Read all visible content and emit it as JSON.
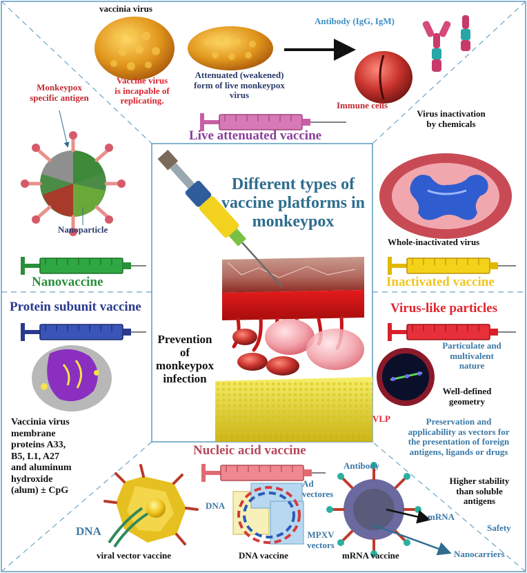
{
  "colors": {
    "frame": "#5a9ac0",
    "title_blue": "#2e6d8e",
    "red": "#e3232e",
    "dark_red": "#c2282f",
    "purple": "#8a3f9b",
    "green": "#2a8f3a",
    "yellow": "#f0c51d",
    "navy": "#2a3a8c",
    "rose": "#b5485a",
    "label_blue": "#3b79a6",
    "black": "#111111"
  },
  "center": {
    "title": "Different types of\nvaccine platforms in\nmonkeypox",
    "prevention": "Prevention of\nmonkeypox\ninfection"
  },
  "live_attenuated": {
    "vaccinia_label": "vaccinia virus",
    "incapable_note": "Vaccine virus\nis incapable of\nreplicating.",
    "attenuated_note": "Attenuated (weakened)\nform of live monkeypox\nvirus",
    "antibody_label": "Antibody (IgG, IgM)",
    "immune_cells_label": "Immune cells",
    "title": "Live attenuated vaccine"
  },
  "nanovaccine": {
    "antigen_label": "Monkeypox\nspecific antigen",
    "nanoparticle_label": "Nanoparticle",
    "title": "Nanovaccine"
  },
  "inactivated": {
    "chem_label": "Virus inactivation\nby chemicals",
    "whole_label": "Whole-inactivated virus",
    "title": "Inactivated vaccine"
  },
  "protein_subunit": {
    "title": "Protein subunit vaccine",
    "desc": "Vaccinia virus\nmembrane\nproteins A33,\nB5, L1, A27\nand aluminum\nhydroxide\n(alum) ± CpG"
  },
  "vlp": {
    "title": "Virus-like particles",
    "particulate": "Particulate and\nmultivalent\nnature",
    "geometry": "Well-defined\ngeometry",
    "vlp_label": "VLP",
    "preservation": "Preservation and\napplicability as vectors for\nthe presentation of foreign\nantigens, ligands or drugs",
    "stability": "Higher stability\nthan soluble\nantigens",
    "safety": "Safety"
  },
  "nucleic_acid": {
    "title": "Nucleic acid vaccine",
    "dna_big": "DNA",
    "viral_vector": "viral vector vaccine",
    "dna_small": "DNA",
    "ad_vectors": "Ad\nvectores",
    "mpxv_vectors": "MPXV\nvectors",
    "dna_vaccine": "DNA vaccine",
    "antibody": "Antibody",
    "mrna": "mRNA",
    "nanocarriers": "Nanocarriers",
    "mrna_vaccine": "mRNA vaccine"
  }
}
